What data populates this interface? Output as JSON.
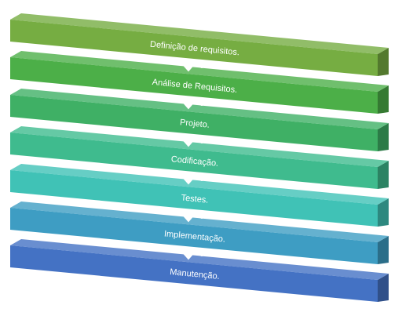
{
  "diagram": {
    "type": "stacked-3d-process",
    "stages": [
      {
        "label": "Definição de requisitos.",
        "color": "#76AD42"
      },
      {
        "label": "Análise de Requisitos.",
        "color": "#4CAF48"
      },
      {
        "label": "Projeto.",
        "color": "#3FB065"
      },
      {
        "label": "Codificação.",
        "color": "#3FBB8E"
      },
      {
        "label": "Testes.",
        "color": "#40C2B6"
      },
      {
        "label": "Implementação.",
        "color": "#3E9DC3"
      },
      {
        "label": "Manutenção.",
        "color": "#4472C4"
      }
    ],
    "connector_color": "#ffffff"
  }
}
